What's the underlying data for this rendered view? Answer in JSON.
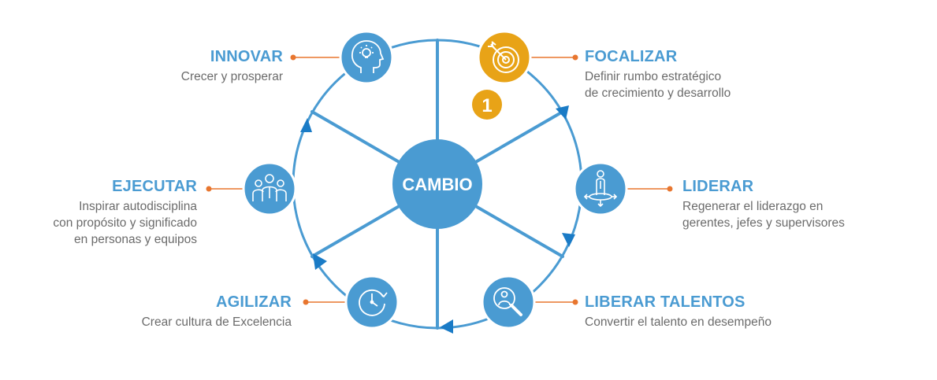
{
  "center": {
    "label": "CAMBIO"
  },
  "step_badge": "1",
  "colors": {
    "primary": "#4a9bd2",
    "accent": "#e8a317",
    "title": "#4a9bd2",
    "connector": "#e8762f",
    "text": "#6b6b6b"
  },
  "stages": [
    {
      "id": "focalizar",
      "title": "FOCALIZAR",
      "desc": [
        "Definir rumbo estratégico",
        "de crecimiento y desarrollo"
      ],
      "icon": "target-icon"
    },
    {
      "id": "liderar",
      "title": "LIDERAR",
      "desc": [
        "Regenerar el liderazgo en",
        "gerentes, jefes y supervisores"
      ],
      "icon": "leader-icon"
    },
    {
      "id": "liberar",
      "title": "LIBERAR TALENTOS",
      "desc": [
        "Convertir el talento en desempeño"
      ],
      "icon": "magnifier-person-icon"
    },
    {
      "id": "agilizar",
      "title": "AGILIZAR",
      "desc": [
        "Crear cultura de Excelencia"
      ],
      "icon": "clock-icon"
    },
    {
      "id": "ejecutar",
      "title": "EJECUTAR",
      "desc": [
        "Inspirar autodisciplina",
        "con propósito y significado",
        "en personas y equipos"
      ],
      "icon": "team-icon"
    },
    {
      "id": "innovar",
      "title": "INNOVAR",
      "desc": [
        "Crecer y prosperar"
      ],
      "icon": "idea-head-icon"
    }
  ]
}
